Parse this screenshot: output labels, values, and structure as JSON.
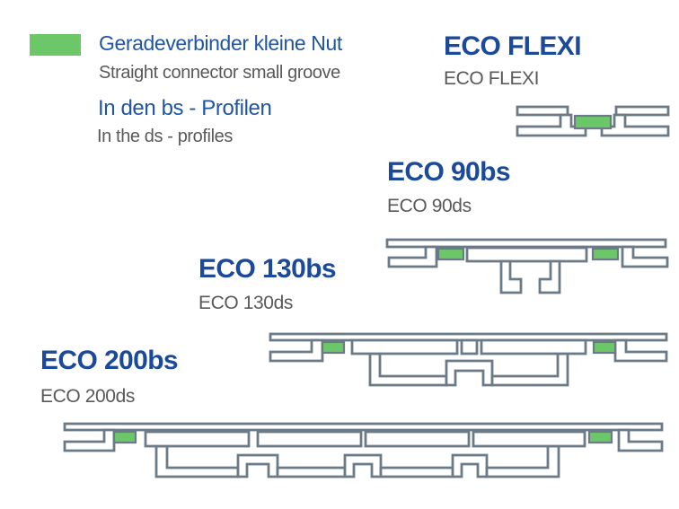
{
  "legend": {
    "title_de": "Geradeverbinder kleine Nut",
    "title_en": "Straight connector small groove",
    "scope_de": "In den bs - Profilen",
    "scope_en": "In the ds - profiles"
  },
  "profiles": [
    {
      "name_bs": "ECO FLEXI",
      "name_ds": "ECO FLEXI"
    },
    {
      "name_bs": "ECO 90bs",
      "name_ds": "ECO 90ds"
    },
    {
      "name_bs": "ECO 130bs",
      "name_ds": "ECO 130ds"
    },
    {
      "name_bs": "ECO 200bs",
      "name_ds": "ECO 200ds"
    }
  ],
  "colors": {
    "heading_blue": "#1b4a9b",
    "legend_blue": "#2055a4",
    "text_gray": "#58595b",
    "outline_gray": "#6b7a87",
    "connector_green": "#6cc768",
    "page_bg": "#ffffff"
  }
}
